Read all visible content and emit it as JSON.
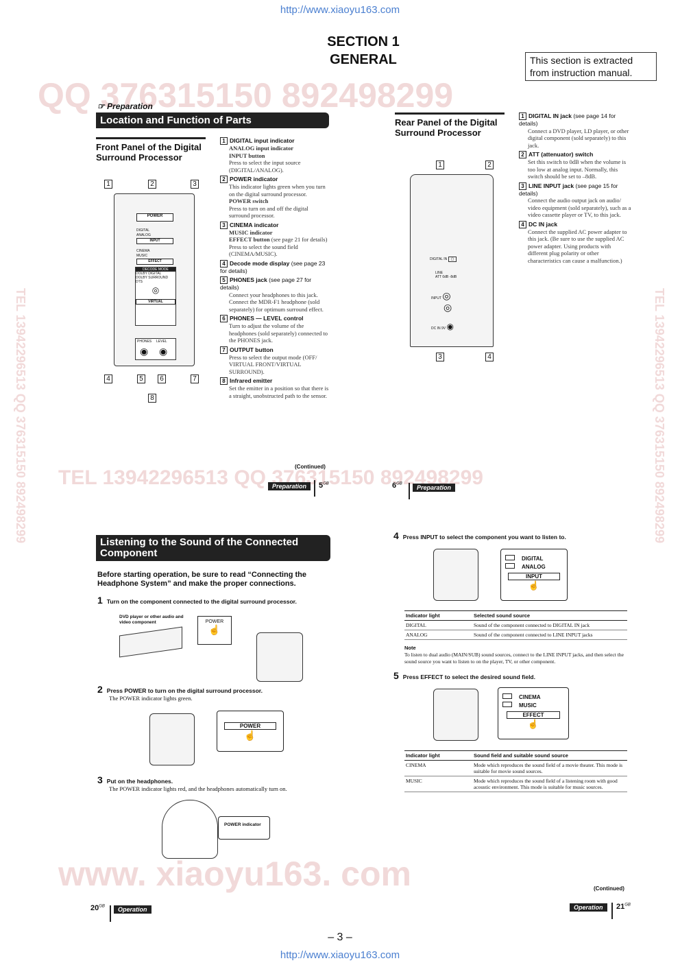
{
  "header": {
    "url": "http://www.xiaoyu163.com",
    "section_line1": "SECTION 1",
    "section_line2": "GENERAL",
    "extract_note": "This section is extracted from instruction manual."
  },
  "watermarks": {
    "qq_top": "QQ 376315150   892498299",
    "tel_mid": "TEL 13942296513   QQ 376315150   892498299",
    "www_bottom": "www. xiaoyu163. com",
    "side": "TEL 13942296513   QQ 376315150   892498299"
  },
  "page5": {
    "prep_label": "Preparation",
    "bar_title": "Location and Function of Parts",
    "front_heading": "Front Panel of the Digital Surround Processor",
    "items": [
      {
        "num": "1",
        "lines": [
          {
            "b": "DIGITAL input indicator"
          },
          {
            "b": "ANALOG input indicator"
          },
          {
            "b": "INPUT button"
          },
          {
            "d": "Press to select the input source (DIGITAL/ANALOG)."
          }
        ]
      },
      {
        "num": "2",
        "lines": [
          {
            "b": "POWER indicator"
          },
          {
            "d": "This indicator lights green when you turn on the digital surround processor."
          },
          {
            "b": "POWER switch"
          },
          {
            "d": "Press to turn on and off the digital surround processor."
          }
        ]
      },
      {
        "num": "3",
        "lines": [
          {
            "b": "CINEMA indicator"
          },
          {
            "b": "MUSIC indicator"
          },
          {
            "b": "EFFECT button",
            "r": " (see page 21 for details)"
          },
          {
            "d": "Press to select the sound field (CINEMA/MUSIC)."
          }
        ]
      },
      {
        "num": "4",
        "lines": [
          {
            "b": "Decode mode display",
            "r": " (see page 23 for details)"
          }
        ]
      },
      {
        "num": "5",
        "lines": [
          {
            "b": "PHONES jack",
            "r": " (see page 27 for details)"
          },
          {
            "d": "Connect your headphones to this jack. Connect the MDR-F1 headphone (sold separately) for optimum surround effect."
          }
        ]
      },
      {
        "num": "6",
        "lines": [
          {
            "b": "PHONES — LEVEL control"
          },
          {
            "d": "Turn to adjust the volume of the headphones (sold separately) connected to the PHONES jack."
          }
        ]
      },
      {
        "num": "7",
        "lines": [
          {
            "b": "OUTPUT button"
          },
          {
            "d": "Press to select the output mode (OFF/ VIRTUAL FRONT/VIRTUAL SURROUND)."
          }
        ]
      },
      {
        "num": "8",
        "lines": [
          {
            "b": "Infrared emitter"
          },
          {
            "d": "Set the emitter in a position so that there is a straight, unobstructed path to the sensor."
          }
        ]
      }
    ],
    "panel_labels": {
      "power": "POWER",
      "digital": "DIGITAL",
      "analog": "ANALOG",
      "input": "INPUT",
      "cinema": "CINEMA",
      "music": "MUSIC",
      "effect": "EFFECT",
      "decode_mode": "DECODE MODE",
      "dolby_digital": "DOLBY DIGITAL",
      "dolby_surround": "DOLBY SURROUND",
      "dts": "DTS",
      "virtual": "VIRTUAL",
      "phones": "PHONES",
      "level": "LEVEL"
    },
    "callouts": [
      "1",
      "2",
      "3",
      "4",
      "5",
      "6",
      "7",
      "8"
    ],
    "continued": "(Continued)",
    "footer_label": "Preparation",
    "page_no": "5",
    "page_sup": "GB"
  },
  "page6": {
    "rear_heading": "Rear Panel of the Digital Surround Processor",
    "items": [
      {
        "num": "1",
        "lines": [
          {
            "b": "DIGITAL IN jack",
            "r": " (see page 14 for details)"
          },
          {
            "d": "Connect a DVD player, LD player, or other digital component (sold separately) to this jack."
          }
        ]
      },
      {
        "num": "2",
        "lines": [
          {
            "b": "ATT (attenuator) switch"
          },
          {
            "d": "Set this switch to 0dB when the volume is too low at analog input. Normally, this switch should be set to –8dB."
          }
        ]
      },
      {
        "num": "3",
        "lines": [
          {
            "b": "LINE INPUT jack",
            "r": " (see page 15 for details)"
          },
          {
            "d": "Connect the audio output jack on audio/ video equipment (sold separately), such as a video cassette player or TV, to this jack."
          }
        ]
      },
      {
        "num": "4",
        "lines": [
          {
            "b": "DC IN jack"
          },
          {
            "d": "Connect the supplied AC power adapter to this jack. (Be sure to use the supplied AC power adapter. Using products with different plug polarity or other characteristics can cause a malfunction.)"
          }
        ]
      }
    ],
    "rear_labels": {
      "digital_in": "DIGITAL IN",
      "line": "LINE",
      "att": "ATT",
      "db0": "0dB",
      "db8": "-8dB",
      "input": "INPUT",
      "dcin": "DC IN 9V"
    },
    "callouts": [
      "1",
      "2",
      "3",
      "4"
    ],
    "footer_label": "Preparation",
    "page_no": "6",
    "page_sup": "GB"
  },
  "page20": {
    "bar_title": "Listening to the Sound of the Connected Component",
    "intro": "Before starting operation, be sure to read “Connecting the Headphone System” and make the proper connections.",
    "step1": {
      "n": "1",
      "text": "Turn on the component connected to the digital surround processor."
    },
    "step1_label": "DVD player or other audio and video component",
    "power_label": "POWER",
    "step2": {
      "n": "2",
      "text": "Press POWER to turn on the digital surround processor.",
      "sub": "The POWER indicator lights green."
    },
    "step3": {
      "n": "3",
      "text": "Put on the headphones.",
      "sub": "The POWER indicator lights red, and the headphones automatically turn on."
    },
    "power_indicator_label": "POWER indicator",
    "footer_label": "Operation",
    "page_no": "20",
    "page_sup": "GB"
  },
  "page21": {
    "step4": {
      "n": "4",
      "text": "Press INPUT to select the component you want to listen to."
    },
    "step4_labels": {
      "digital": "DIGITAL",
      "analog": "ANALOG",
      "input": "INPUT"
    },
    "table1": {
      "headers": [
        "Indicator light",
        "Selected sound source"
      ],
      "rows": [
        [
          "DIGITAL",
          "Sound of the component connected to DIGITAL IN jack"
        ],
        [
          "ANALOG",
          "Sound of the component connected to LINE INPUT jacks"
        ]
      ]
    },
    "note_title": "Note",
    "note_text": "To listen to dual audio (MAIN/SUB) sound sources, connect to the LINE INPUT jacks, and then select the sound source you want to listen to on the player, TV, or other component.",
    "step5": {
      "n": "5",
      "text": "Press EFFECT to select the desired sound field."
    },
    "step5_labels": {
      "cinema": "CINEMA",
      "music": "MUSIC",
      "effect": "EFFECT"
    },
    "table2": {
      "headers": [
        "Indicator light",
        "Sound field and suitable sound source"
      ],
      "rows": [
        [
          "CINEMA",
          "Mode which reproduces the sound field of a movie theater. This mode is suitable for movie sound sources."
        ],
        [
          "MUSIC",
          "Mode which reproduces the sound field of a listening room with good acoustic environment. This mode is suitable for music sources."
        ]
      ]
    },
    "continued": "(Continued)",
    "footer_label": "Operation",
    "page_no": "21",
    "page_sup": "GB"
  },
  "footer": {
    "page_number": "– 3 –",
    "url": "http://www.xiaoyu163.com"
  }
}
